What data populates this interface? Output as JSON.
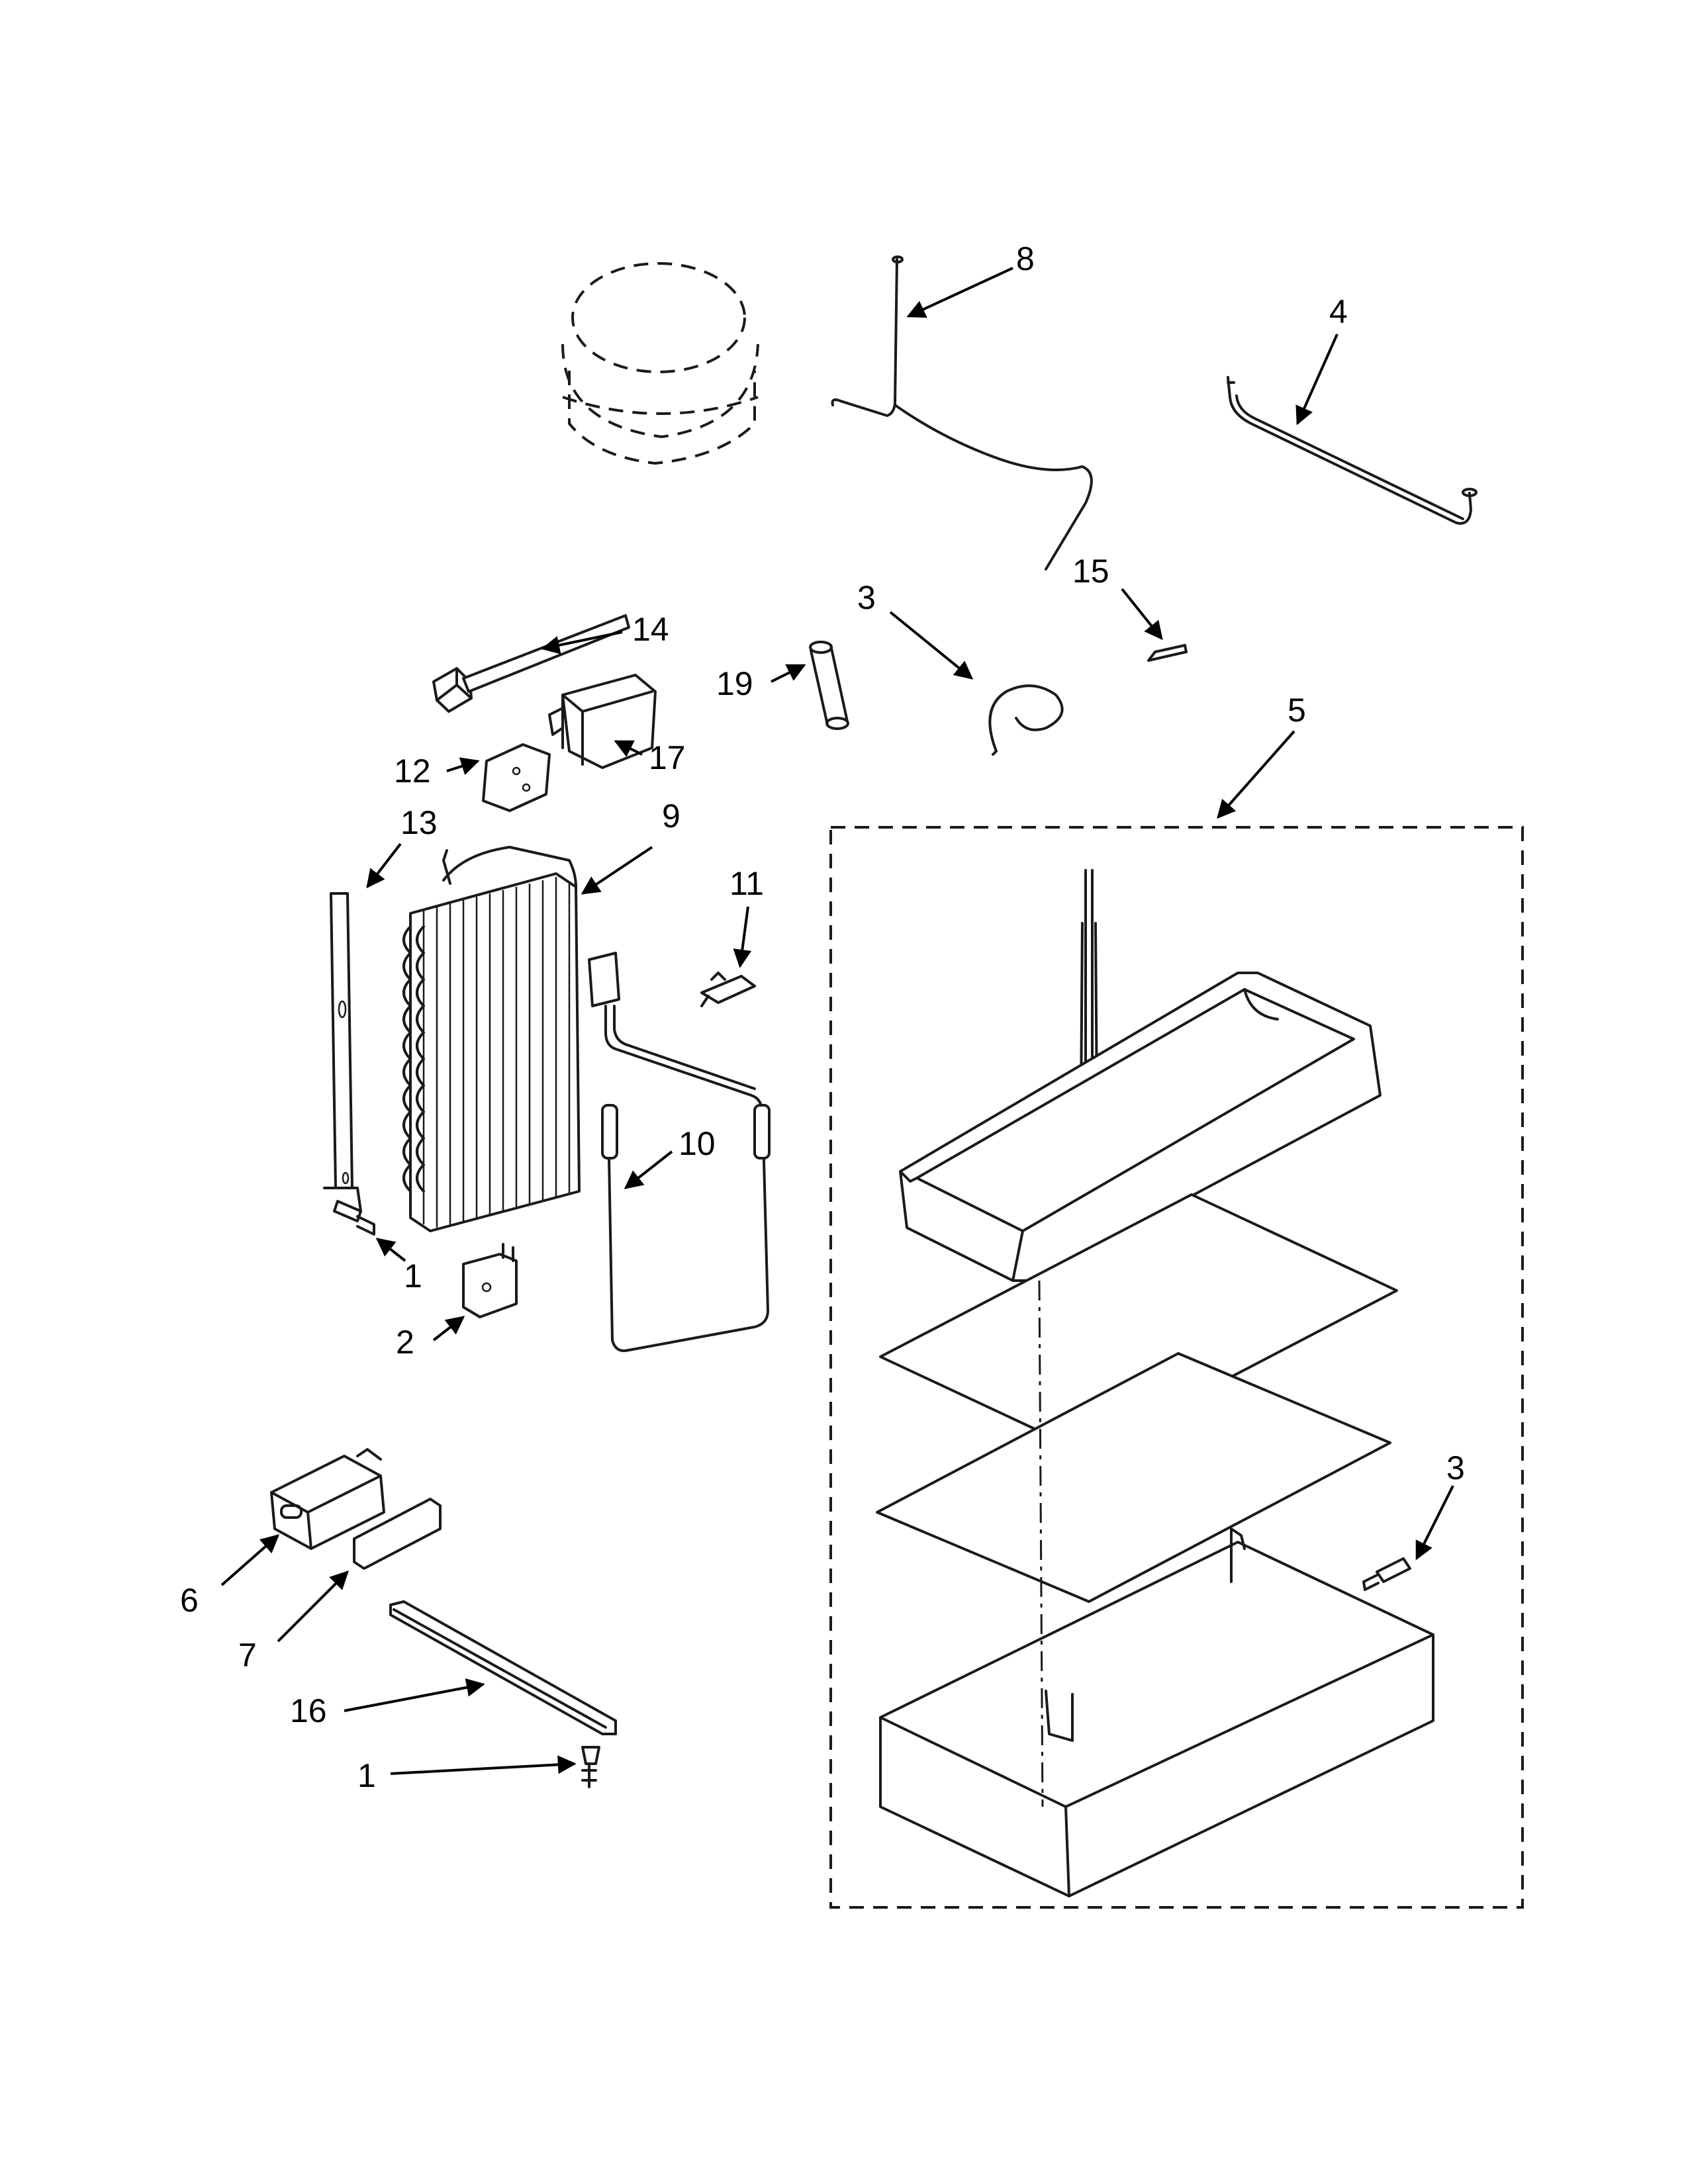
{
  "callouts": [
    {
      "id": "c8",
      "label": "8"
    },
    {
      "id": "c4",
      "label": "4"
    },
    {
      "id": "c15",
      "label": "15"
    },
    {
      "id": "c3a",
      "label": "3"
    },
    {
      "id": "c14",
      "label": "14"
    },
    {
      "id": "c19",
      "label": "19"
    },
    {
      "id": "c5",
      "label": "5"
    },
    {
      "id": "c12",
      "label": "12"
    },
    {
      "id": "c17",
      "label": "17"
    },
    {
      "id": "c13",
      "label": "13"
    },
    {
      "id": "c9",
      "label": "9"
    },
    {
      "id": "c11",
      "label": "11"
    },
    {
      "id": "c10",
      "label": "10"
    },
    {
      "id": "c1a",
      "label": "1"
    },
    {
      "id": "c2",
      "label": "2"
    },
    {
      "id": "c3b",
      "label": "3"
    },
    {
      "id": "c6",
      "label": "6"
    },
    {
      "id": "c7",
      "label": "7"
    },
    {
      "id": "c16",
      "label": "16"
    },
    {
      "id": "c1b",
      "label": "1"
    }
  ],
  "colors": {
    "line": "#1a1a1a",
    "background": "#ffffff"
  }
}
